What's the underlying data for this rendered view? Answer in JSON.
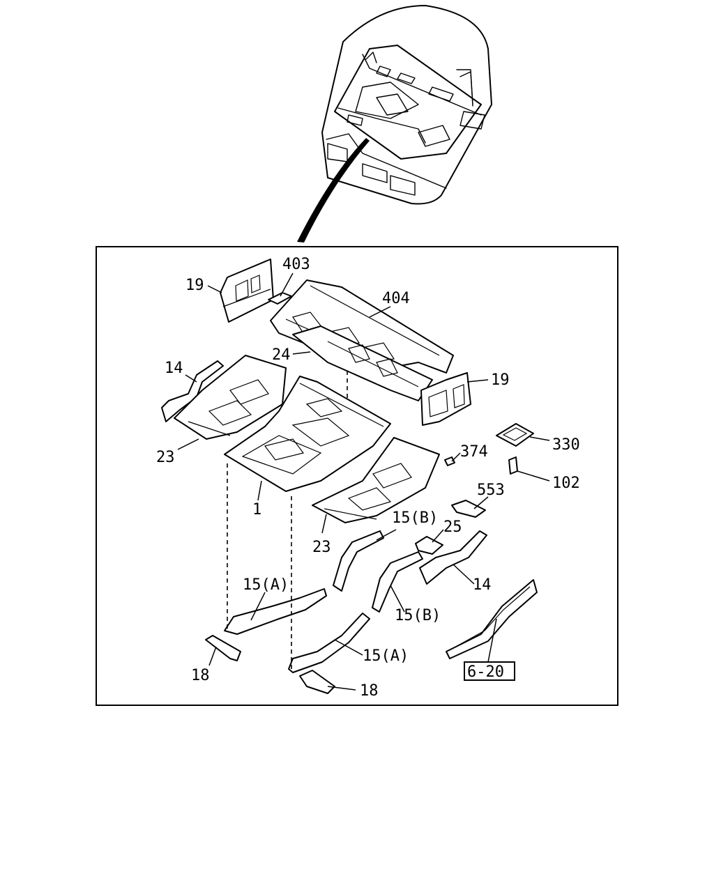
{
  "callouts": {
    "c1": "1",
    "c14a": "14",
    "c14b": "14",
    "c15a1": "15(A)",
    "c15a2": "15(A)",
    "c15b1": "15(B)",
    "c15b2": "15(B)",
    "c18a": "18",
    "c18b": "18",
    "c19a": "19",
    "c19b": "19",
    "c23a": "23",
    "c23b": "23",
    "c24": "24",
    "c25": "25",
    "c102": "102",
    "c330": "330",
    "c374": "374",
    "c403": "403",
    "c404": "404",
    "c553": "553",
    "ref": "6-20"
  },
  "colors": {
    "line": "#000000",
    "background": "#ffffff"
  }
}
